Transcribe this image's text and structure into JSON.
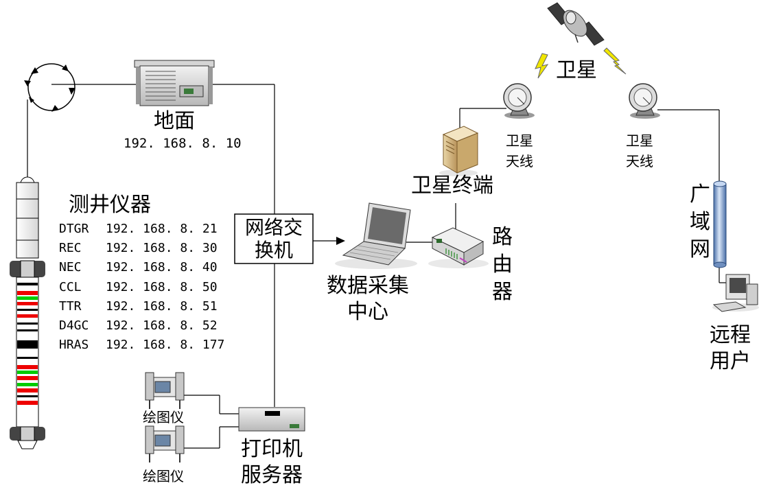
{
  "labels": {
    "ground": "地面",
    "ground_ip": "192. 168. 8. 10",
    "instrument": "测井仪器",
    "switch": [
      "网络交",
      "换机"
    ],
    "data_center": [
      "数据采集",
      "中心"
    ],
    "router": [
      "路",
      "由",
      "器"
    ],
    "satellite_terminal": "卫星终端",
    "satellite": "卫星",
    "sat_antenna_left": [
      "卫星",
      "天线"
    ],
    "sat_antenna_right": [
      "卫星",
      "天线"
    ],
    "wan": [
      "广",
      "域",
      "网"
    ],
    "remote_user": [
      "远程",
      "用户"
    ],
    "plotter_1": "绘图仪",
    "plotter_2": "绘图仪",
    "print_server": [
      "打印机",
      "服务器"
    ]
  },
  "devices": [
    {
      "name": "DTGR",
      "ip": "192. 168. 8. 21"
    },
    {
      "name": "REC",
      "ip": "192. 168. 8. 30"
    },
    {
      "name": "NEC",
      "ip": "192. 168. 8. 40"
    },
    {
      "name": "CCL",
      "ip": "192. 168. 8. 50"
    },
    {
      "name": "TTR",
      "ip": "192. 168. 8. 51"
    },
    {
      "name": "D4GC",
      "ip": "192. 168. 8. 52"
    },
    {
      "name": "HRAS",
      "ip": "192. 168. 8. 177"
    }
  ]
}
